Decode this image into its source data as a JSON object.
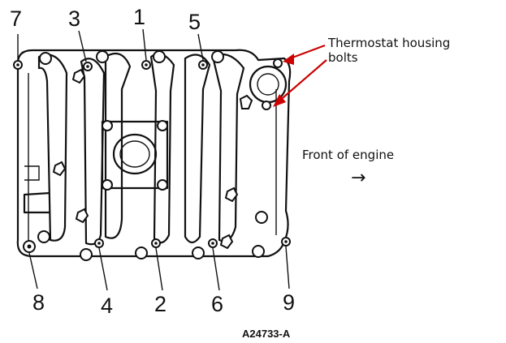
{
  "figure": {
    "reference_code": "A24733-A",
    "bolt_sequence_labels": [
      "7",
      "3",
      "1",
      "5",
      "8",
      "4",
      "2",
      "6",
      "9"
    ]
  },
  "annotations": {
    "thermostat_label_line1": "Thermostat housing",
    "thermostat_label_line2": "bolts",
    "front_label": "Front of engine",
    "front_arrow_glyph": "→",
    "callout_color": "#cc0000"
  }
}
